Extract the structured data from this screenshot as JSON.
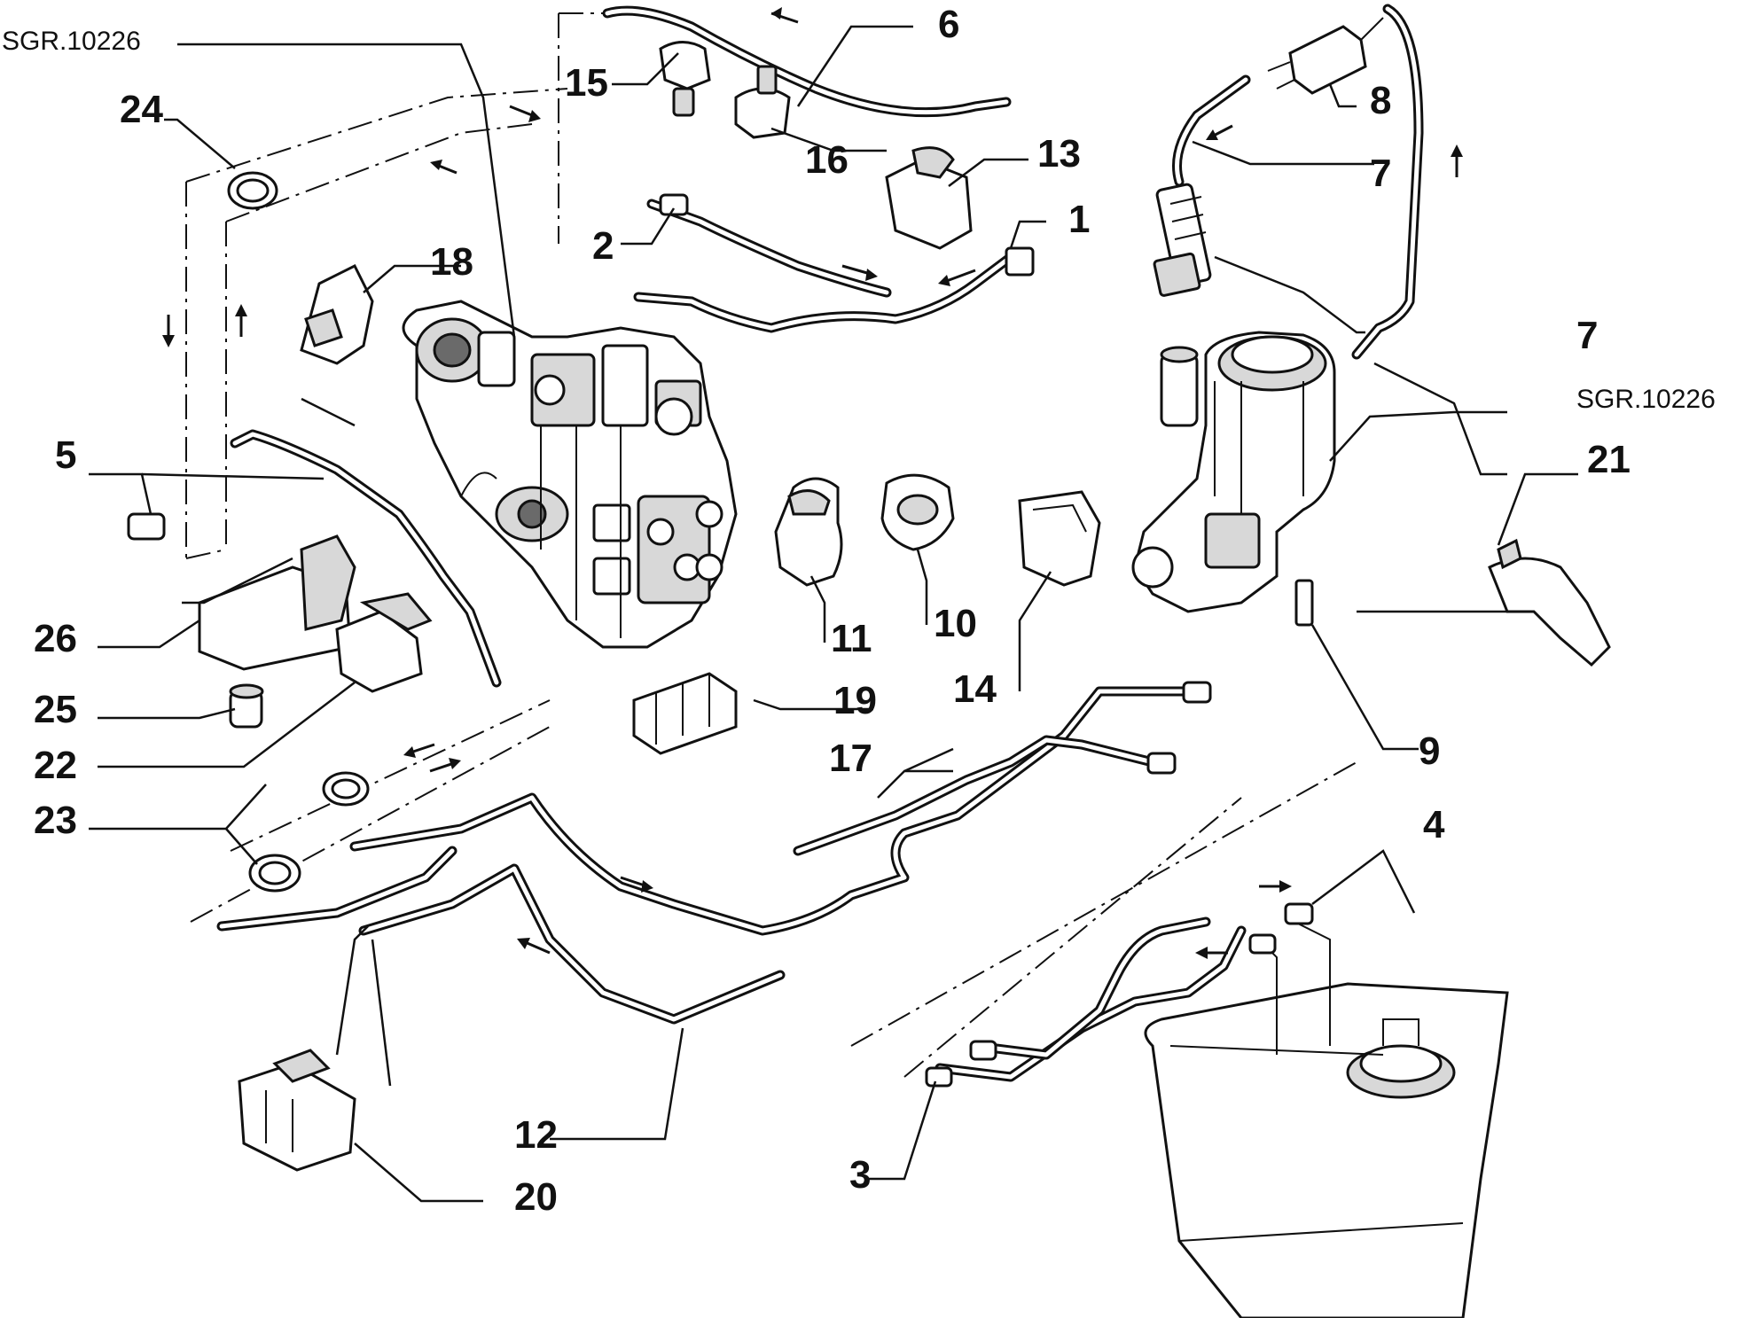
{
  "figure": {
    "references": [
      "SGR.10226",
      "SGR.10226"
    ],
    "callouts": [
      "1",
      "2",
      "3",
      "4",
      "5",
      "6",
      "7",
      "7",
      "8",
      "9",
      "10",
      "11",
      "12",
      "13",
      "14",
      "15",
      "16",
      "17",
      "18",
      "19",
      "20",
      "21",
      "22",
      "23",
      "24",
      "25",
      "26"
    ]
  }
}
